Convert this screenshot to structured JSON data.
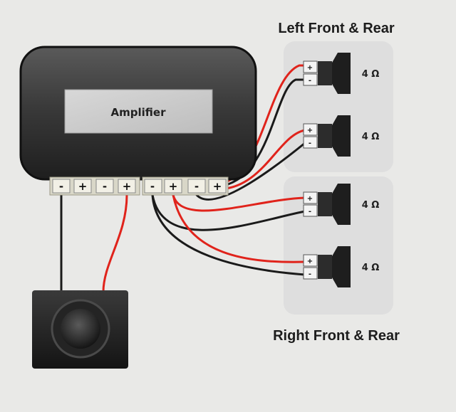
{
  "amplifier": {
    "label": "Amplifier",
    "terminals": [
      "-",
      "+",
      "-",
      "+",
      "-",
      "+",
      "-",
      "+"
    ]
  },
  "groups": {
    "left_title": "Left Front & Rear",
    "right_title": "Right Front & Rear"
  },
  "speakers": [
    {
      "impedance": "4 Ω",
      "pos_label": "+",
      "neg_label": "-"
    },
    {
      "impedance": "4 Ω",
      "pos_label": "+",
      "neg_label": "-"
    },
    {
      "impedance": "4 Ω",
      "pos_label": "+",
      "neg_label": "-"
    },
    {
      "impedance": "4 Ω",
      "pos_label": "+",
      "neg_label": "-"
    }
  ],
  "colors": {
    "positive_wire": "#e0231b",
    "negative_wire": "#1a1a1a",
    "panel": "#dcdcda",
    "background": "#e9e9e7"
  }
}
